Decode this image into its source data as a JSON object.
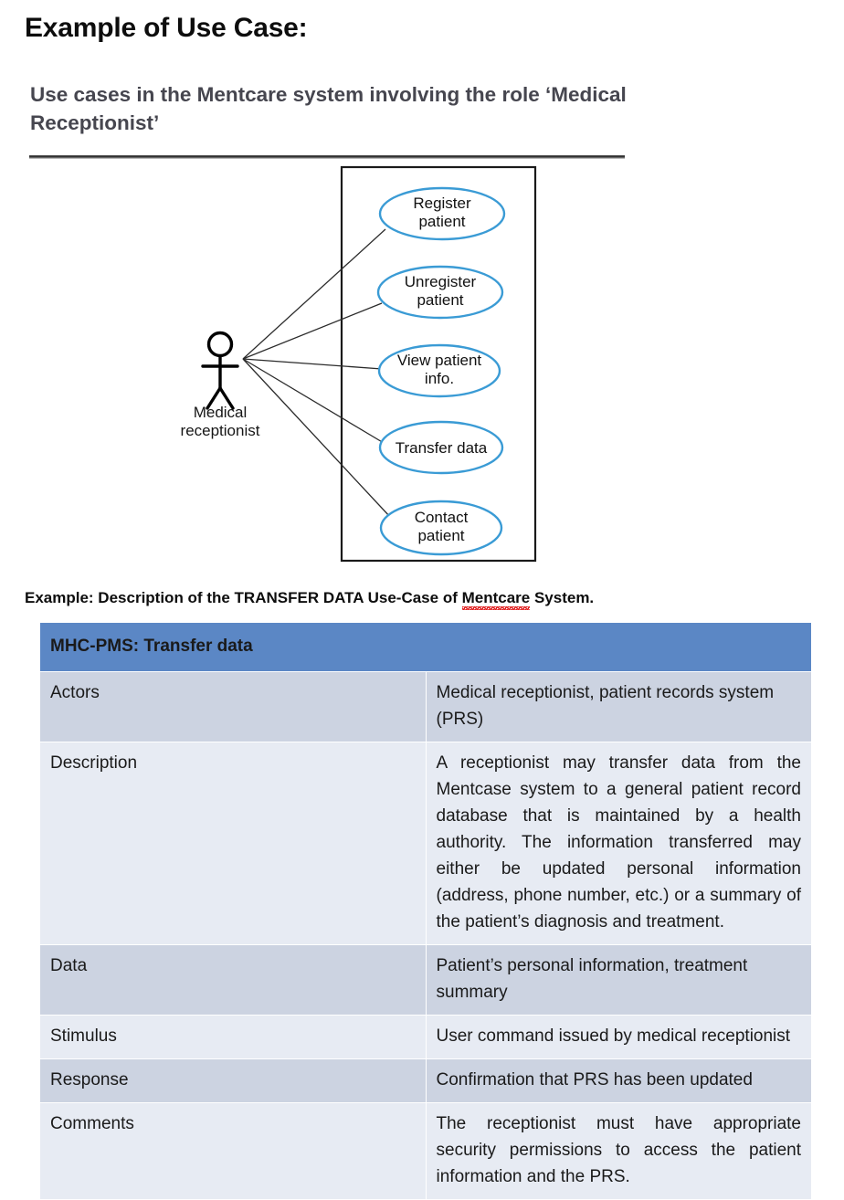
{
  "slide": {
    "title": "Example of Use Case:",
    "subtitle": "Use cases in the Mentcare system involving the role ‘Medical Receptionist’"
  },
  "diagram": {
    "type": "uml-use-case",
    "actor": {
      "name": "actor-medical-receptionist",
      "label_line1": "Medical",
      "label_line2": "receptionist"
    },
    "system_boundary": {
      "label": ""
    },
    "use_cases": [
      {
        "id": "register-patient",
        "line1": "Register",
        "line2": "patient"
      },
      {
        "id": "unregister-patient",
        "line1": "Unregister",
        "line2": "patient"
      },
      {
        "id": "view-patient-info",
        "line1": "View patient",
        "line2": "info."
      },
      {
        "id": "transfer-data",
        "line1": "Transfer data",
        "line2": ""
      },
      {
        "id": "contact-patient",
        "line1": "Contact",
        "line2": "patient"
      }
    ],
    "colors": {
      "ellipse_stroke": "#3a9bd5",
      "connector": "#2b2b2b",
      "boundary": "#1a1a1a",
      "actor": "#000000"
    }
  },
  "caption": {
    "prefix": "Example:  Description of the TRANSFER DATA Use-Case of ",
    "misspelled_word": "Mentcare",
    "suffix": " System."
  },
  "table": {
    "header": "MHC-PMS: Transfer data",
    "colors": {
      "header_bg": "#5b87c5",
      "row_dark_bg": "#ccd3e1",
      "row_light_bg": "#e7ebf3"
    },
    "rows": [
      {
        "label": "Actors",
        "value": "Medical receptionist, patient records system (PRS)",
        "shade": "dark",
        "justify": false
      },
      {
        "label": "Description",
        "value": "A receptionist may transfer data from the Mentcase system to a general patient record database that is maintained by a health authority. The information transferred may either be updated personal information (address, phone number, etc.) or a summary of the patient’s diagnosis and treatment.",
        "shade": "light",
        "justify": true
      },
      {
        "label": "Data",
        "value": "Patient’s personal information, treatment summary",
        "shade": "dark",
        "justify": false
      },
      {
        "label": "Stimulus",
        "value": "User command issued by medical receptionist",
        "shade": "light",
        "justify": false
      },
      {
        "label": "Response",
        "value": "Confirmation that PRS has been updated",
        "shade": "dark",
        "justify": false
      },
      {
        "label": "Comments",
        "value": "The receptionist must have appropriate security permissions to access the patient information and the PRS.",
        "shade": "light",
        "justify": true
      }
    ]
  }
}
